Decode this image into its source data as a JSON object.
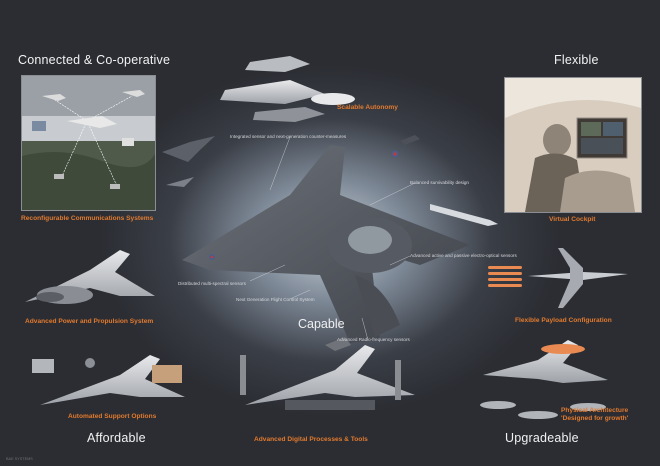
{
  "headings": {
    "connected": "Connected & Co-operative",
    "flexible": "Flexible",
    "capable": "Capable",
    "affordable": "Affordable",
    "upgradeable": "Upgradeable"
  },
  "features": {
    "reconfigurable_comms": "Reconfigurable Communications Systems",
    "scalable_autonomy": "Scalable Autonomy",
    "virtual_cockpit": "Virtual Cockpit",
    "power_propulsion": "Advanced Power and Propulsion System",
    "flexible_payload": "Flexible Payload Configuration",
    "support_options": "Automated Support Options",
    "digital_processes": "Advanced Digital Processes & Tools",
    "physical_arch_line1": "Physical Architecture",
    "physical_arch_line2": "'Designed for growth'"
  },
  "annotations": {
    "integrated_sensor": "Integrated sensor and next-generation counter-measures",
    "balanced_survivability": "Balanced survivability design",
    "active_passive_sensors": "Advanced active and passive electro-optical sensors",
    "distributed_sensors": "Distributed multi-spectral sensors",
    "flight_control": "Next Generation Flight Control System",
    "radio_frequency": "Advanced Radio-frequency sensors"
  },
  "credit": "BAE SYSTEMS"
}
